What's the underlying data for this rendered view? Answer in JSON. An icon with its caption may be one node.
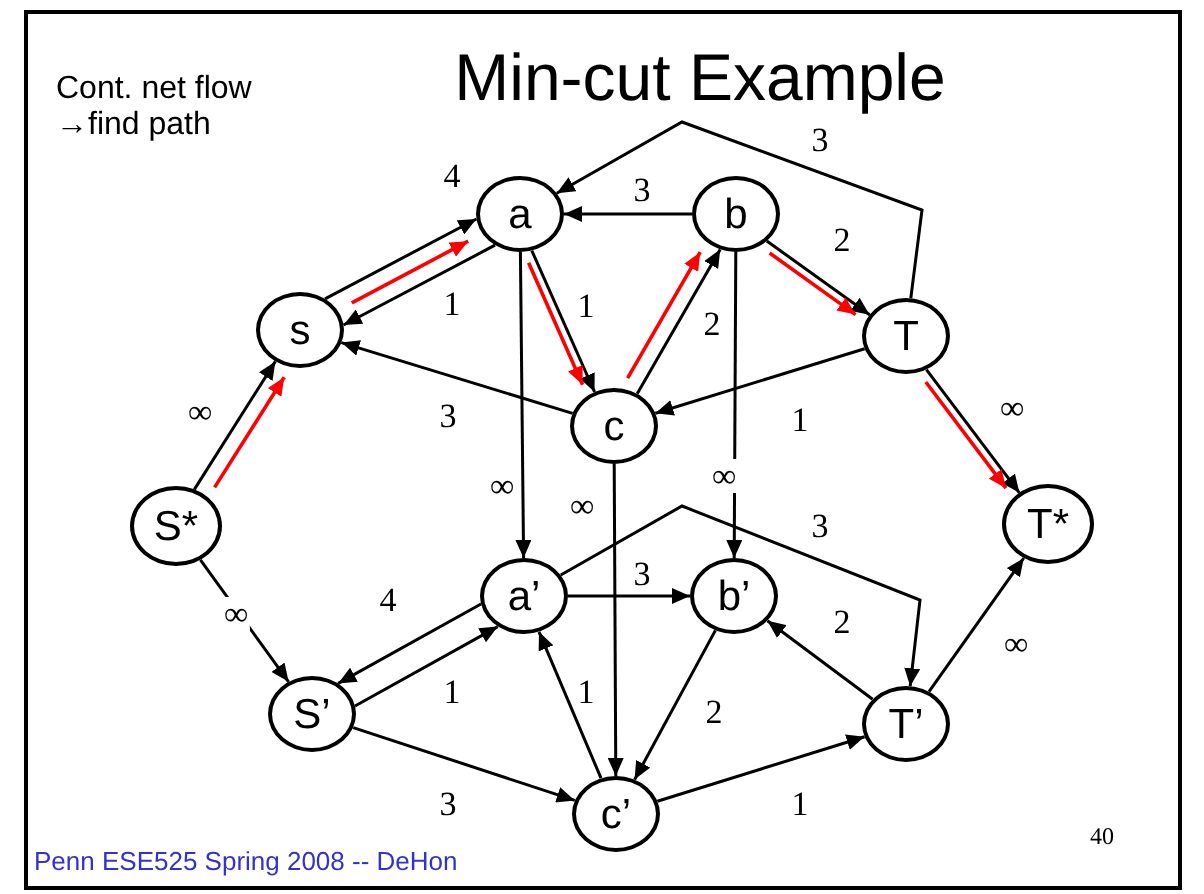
{
  "diagram": {
    "title": "Min-cut Example",
    "nodes": [
      {
        "text": [
          "a"
        ]
      },
      {
        "text": [
          "b"
        ]
      },
      {
        "text": [
          "s"
        ]
      },
      {
        "text": [
          "T"
        ]
      },
      {
        "text": [
          "c"
        ]
      },
      {
        "text": [
          "S*"
        ]
      },
      {
        "text": [
          "T*"
        ]
      },
      {
        "text": [
          "a’"
        ]
      },
      {
        "text": [
          "b’"
        ]
      },
      {
        "text": [
          "S’"
        ]
      },
      {
        "text": [
          "T’"
        ]
      },
      {
        "text": [
          "c’"
        ]
      }
    ],
    "edges": [
      {
        "from": 2,
        "to": 0,
        "arrow": "to",
        "label": "4"
      },
      {
        "from": 0,
        "to": 2,
        "arrow": "to",
        "label": "1"
      },
      {
        "from": 0,
        "to": 4,
        "arrow": "to",
        "label": "1"
      },
      {
        "from": 4,
        "to": 1,
        "arrow": "to",
        "label": "2"
      },
      {
        "from": 1,
        "to": 0,
        "arrow": "to",
        "label": "3"
      },
      {
        "from": 1,
        "to": 3,
        "arrow": "to",
        "label": "2"
      },
      {
        "from": 3,
        "to": 0,
        "arrow": "to",
        "label": "3"
      },
      {
        "from": 3,
        "to": 4,
        "arrow": "to",
        "label": "1"
      },
      {
        "from": 4,
        "to": 2,
        "arrow": "to",
        "label": "3"
      },
      {
        "from": 5,
        "to": 2,
        "arrow": "to",
        "label": "∞"
      },
      {
        "from": 3,
        "to": 6,
        "arrow": "to",
        "label": "∞"
      },
      {
        "from": 0,
        "to": 7,
        "arrow": "to",
        "label": "∞"
      },
      {
        "from": 4,
        "to": 11,
        "arrow": "to",
        "label": "∞"
      },
      {
        "from": 1,
        "to": 8,
        "arrow": "to",
        "label": "∞"
      },
      {
        "from": 5,
        "to": 9,
        "arrow": "to",
        "label": "∞"
      },
      {
        "from": 7,
        "to": 9,
        "arrow": "to",
        "label": "4"
      },
      {
        "from": 9,
        "to": 7,
        "arrow": "to",
        "label": "1"
      },
      {
        "from": 9,
        "to": 11,
        "arrow": "to",
        "label": "3"
      },
      {
        "from": 11,
        "to": 7,
        "arrow": "to",
        "label": "1"
      },
      {
        "from": 7,
        "to": 8,
        "arrow": "to",
        "label": "3"
      },
      {
        "from": 7,
        "to": 10,
        "arrow": "to",
        "label": "3"
      },
      {
        "from": 10,
        "to": 8,
        "arrow": "to",
        "label": "2"
      },
      {
        "from": 8,
        "to": 11,
        "arrow": "to",
        "label": "2"
      },
      {
        "from": 11,
        "to": 10,
        "arrow": "to",
        "label": "1"
      },
      {
        "from": 10,
        "to": 6,
        "arrow": "to",
        "label": "∞"
      },
      {
        "from": 5,
        "to": 2,
        "arrow": "to",
        "color": "#ff0000"
      },
      {
        "from": 2,
        "to": 0,
        "arrow": "to",
        "color": "#ff0000"
      },
      {
        "from": 0,
        "to": 4,
        "arrow": "to",
        "color": "#ff0000"
      },
      {
        "from": 4,
        "to": 1,
        "arrow": "to",
        "color": "#ff0000"
      },
      {
        "from": 1,
        "to": 3,
        "arrow": "to",
        "color": "#ff0000"
      },
      {
        "from": 3,
        "to": 6,
        "arrow": "to",
        "color": "#ff0000"
      }
    ],
    "labels": [
      "Cont. net flow →find path",
      "40",
      "Penn ESE525 Spring 2008 -- DeHon"
    ]
  }
}
